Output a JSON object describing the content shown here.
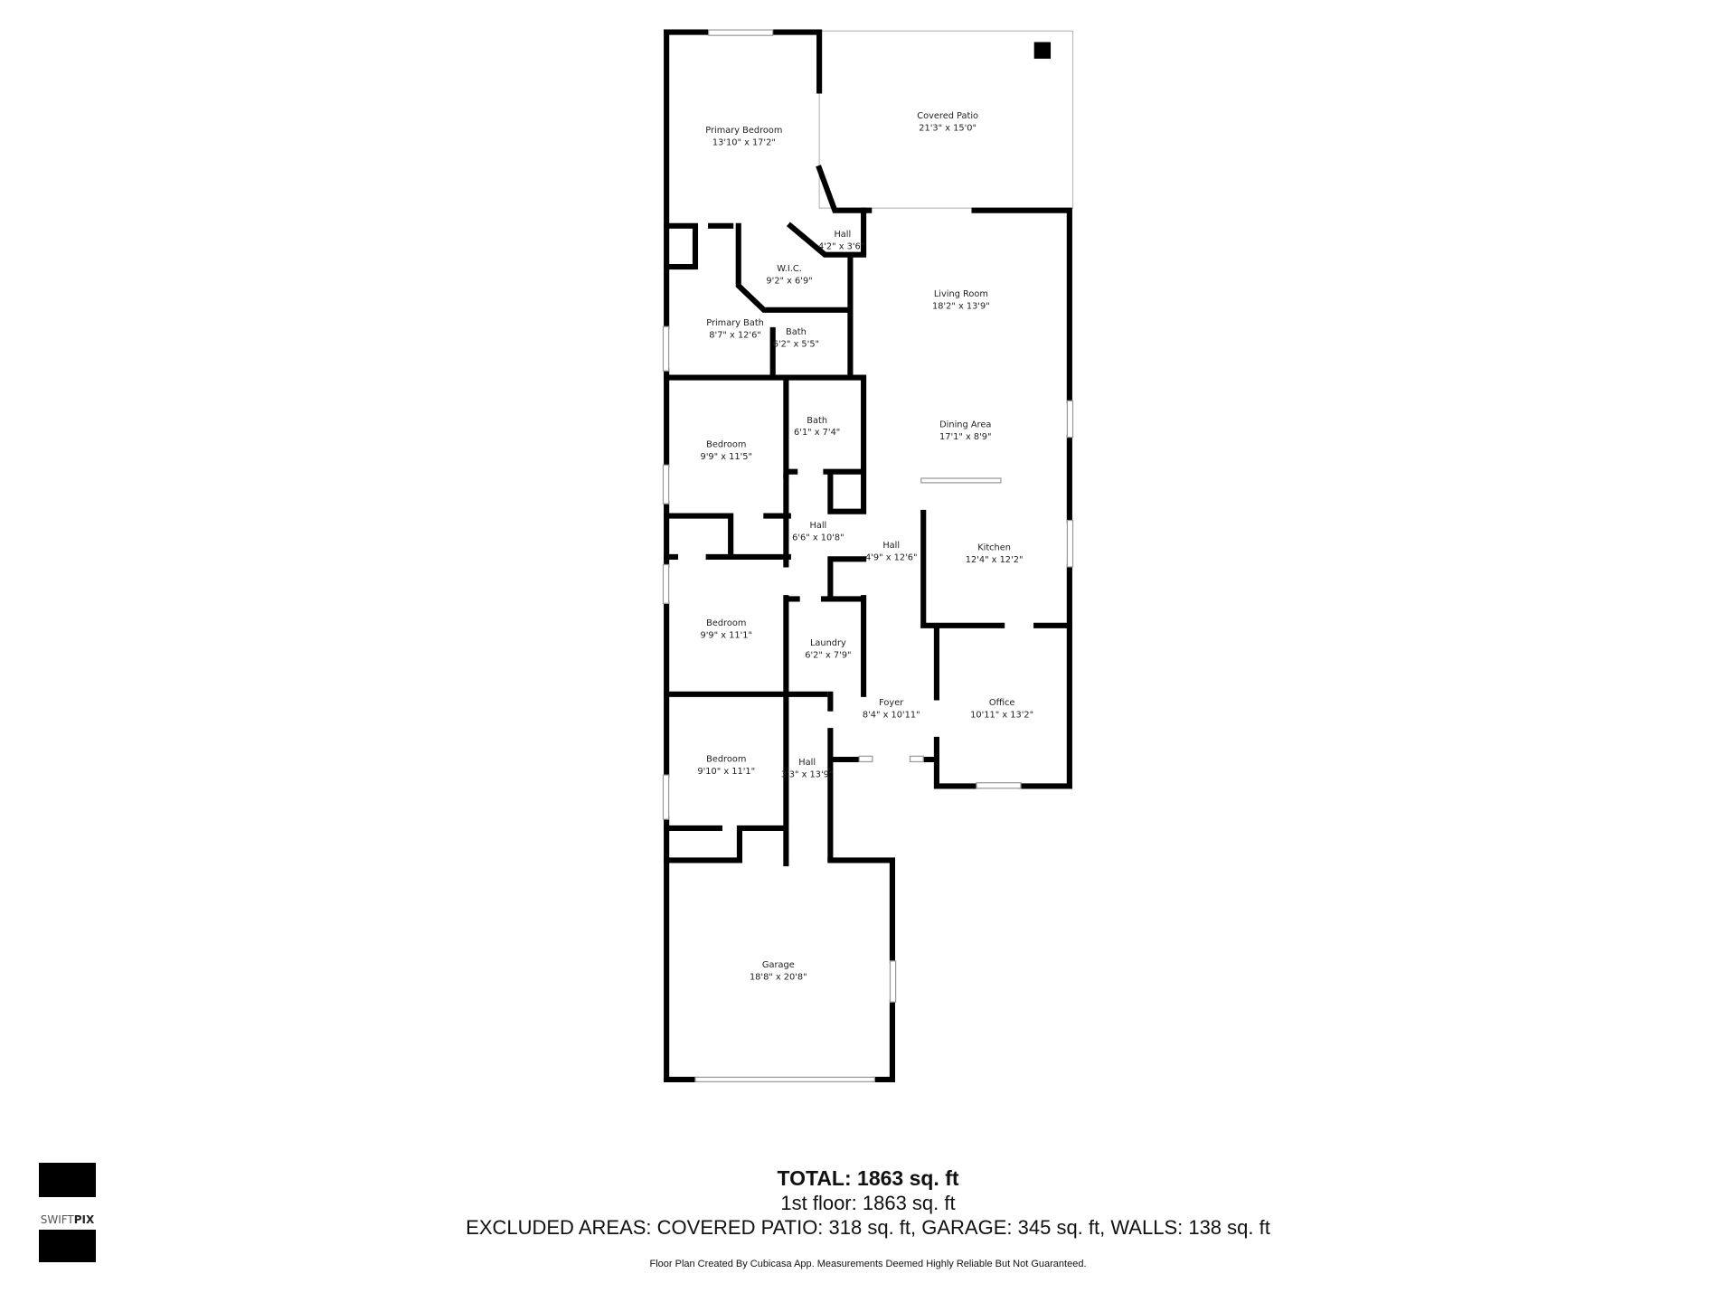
{
  "rooms": [
    {
      "name": "Covered Patio",
      "size": "21'3\" x 15'0\""
    },
    {
      "name": "Primary Bedroom",
      "size": "13'10\" x 17'2\""
    },
    {
      "name": "Hall",
      "size": "4'2\" x 3'6\""
    },
    {
      "name": "W.I.C.",
      "size": "9'2\" x 6'9\""
    },
    {
      "name": "Living Room",
      "size": "18'2\" x 13'9\""
    },
    {
      "name": "Primary Bath",
      "size": "8'7\" x 12'6\""
    },
    {
      "name": "Bath",
      "size": "6'2\" x 5'5\""
    },
    {
      "name": "Bath",
      "size": "6'1\" x 7'4\""
    },
    {
      "name": "Bedroom",
      "size": "9'9\" x 11'5\""
    },
    {
      "name": "Dining Area",
      "size": "17'1\" x 8'9\""
    },
    {
      "name": "Hall",
      "size": "6'6\" x 10'8\""
    },
    {
      "name": "Hall",
      "size": "4'9\" x 12'6\""
    },
    {
      "name": "Kitchen",
      "size": "12'4\" x 12'2\""
    },
    {
      "name": "Bedroom",
      "size": "9'9\" x 11'1\""
    },
    {
      "name": "Laundry",
      "size": "6'2\" x 7'9\""
    },
    {
      "name": "Foyer",
      "size": "8'4\" x 10'11\""
    },
    {
      "name": "Office",
      "size": "10'11\" x 13'2\""
    },
    {
      "name": "Bedroom",
      "size": "9'10\" x 11'1\""
    },
    {
      "name": "Hall",
      "size": "3'3\" x 13'9\""
    },
    {
      "name": "Garage",
      "size": "18'8\" x 20'8\""
    }
  ],
  "summary": {
    "total": "TOTAL: 1863 sq. ft",
    "floor": "1st floor: 1863 sq. ft",
    "excluded": "EXCLUDED AREAS: COVERED PATIO: 318 sq. ft, GARAGE: 345 sq. ft, WALLS: 138 sq. ft",
    "credit": "Floor Plan Created By Cubicasa App. Measurements Deemed Highly Reliable But Not Guaranteed."
  },
  "logo": {
    "text_light": "SWIFT",
    "text_bold": "PIX"
  }
}
